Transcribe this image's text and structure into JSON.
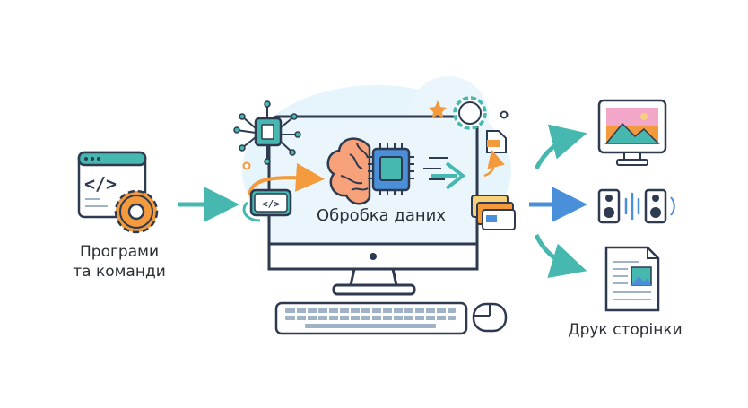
{
  "input": {
    "label_line1": "Програми",
    "label_line2": "та команди",
    "code_symbol": "</>",
    "icons": [
      "code-window-icon",
      "gear-icon"
    ]
  },
  "processing": {
    "label": "Обробка даних",
    "badge_code_symbol": "</>",
    "icons": [
      "circuit-chip-icon",
      "brain-icon",
      "processor-chip-icon",
      "gear-icon",
      "star-icon",
      "document-file-icon",
      "card-icon"
    ]
  },
  "outputs": {
    "print_label": "Друк сторінки",
    "icons": [
      "display-monitor-icon",
      "speakers-icon",
      "printed-page-icon"
    ]
  },
  "peripherals": {
    "icons": [
      "keyboard-icon",
      "mouse-icon"
    ]
  },
  "colors": {
    "outline": "#2e3a4f",
    "teal": "#46b8b0",
    "orange": "#f39a3c",
    "blue": "#4a8fd9",
    "screen_bg": "#eaf6fb",
    "glow": "#dff1fa"
  }
}
